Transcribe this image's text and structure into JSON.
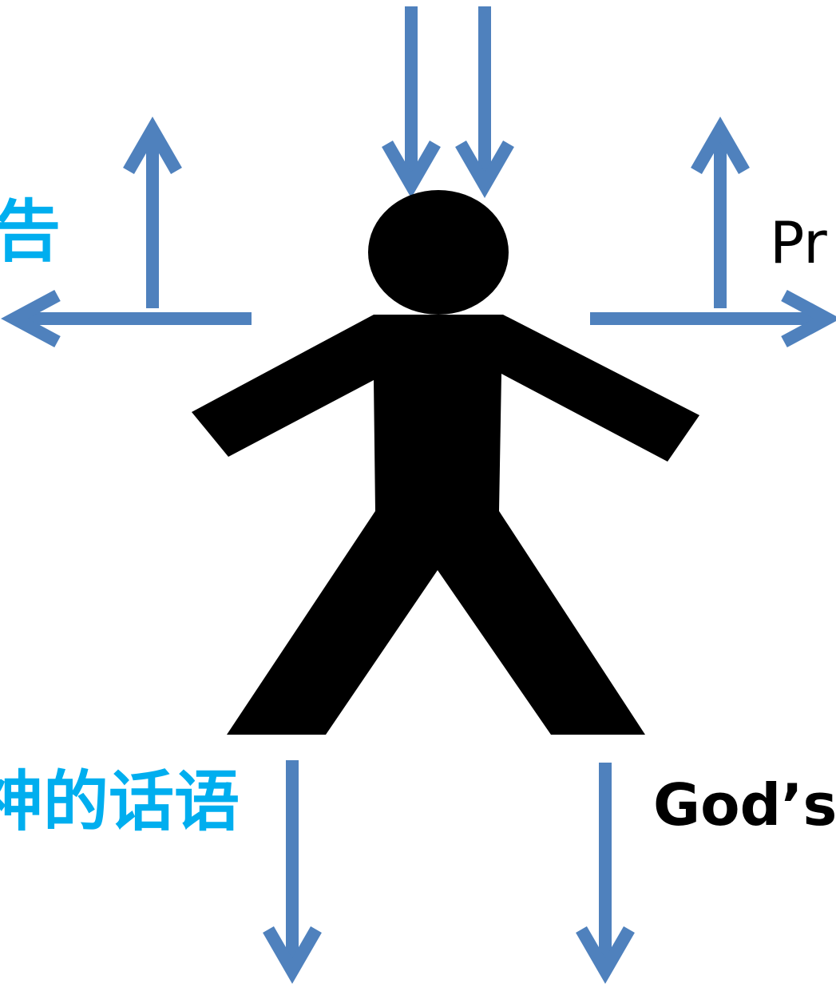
{
  "labels": {
    "left_top": "告",
    "right_top": "Pr",
    "left_bottom": "神的话语",
    "right_bottom": "God’s"
  },
  "colors": {
    "arrow": "#4f81bd",
    "figure": "#000000",
    "chinese_text": "#00aeef",
    "english_text": "#000000"
  }
}
